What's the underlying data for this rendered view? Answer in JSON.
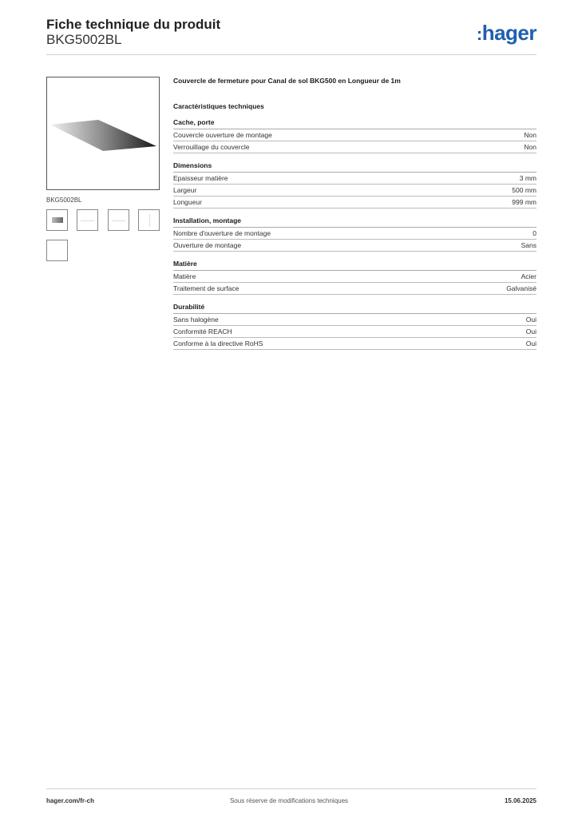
{
  "header": {
    "title": "Fiche technique du produit",
    "subtitle": "BKG5002BL",
    "logo_text": "hager",
    "logo_color": "#1f5fb0"
  },
  "image": {
    "caption": "BKG5002BL"
  },
  "product": {
    "description": "Couvercle de fermeture pour Canal de sol BKG500 en Longueur de 1m",
    "specs_heading": "Caractéristiques techniques"
  },
  "groups": [
    {
      "title": "Cache, porte",
      "rows": [
        {
          "label": "Couvercle ouverture de montage",
          "value": "Non"
        },
        {
          "label": "Verrouillage du couvercle",
          "value": "Non"
        }
      ]
    },
    {
      "title": "Dimensions",
      "rows": [
        {
          "label": "Epaisseur matière",
          "value": "3 mm"
        },
        {
          "label": "Largeur",
          "value": "500 mm"
        },
        {
          "label": "Longueur",
          "value": "999 mm"
        }
      ]
    },
    {
      "title": "Installation, montage",
      "rows": [
        {
          "label": "Nombre d'ouverture de montage",
          "value": "0"
        },
        {
          "label": "Ouverture de montage",
          "value": "Sans"
        }
      ]
    },
    {
      "title": "Matière",
      "rows": [
        {
          "label": "Matière",
          "value": "Acier"
        },
        {
          "label": "Traitement de surface",
          "value": "Galvanisé"
        }
      ]
    },
    {
      "title": "Durabilité",
      "rows": [
        {
          "label": "Sans halogène",
          "value": "Oui"
        },
        {
          "label": "Conformité REACH",
          "value": "Oui"
        },
        {
          "label": "Conforme à la directive RoHS",
          "value": "Oui"
        }
      ]
    }
  ],
  "footer": {
    "website": "hager.com/fr-ch",
    "notice": "Sous réserve de modifications techniques",
    "date": "15.06.2025"
  }
}
